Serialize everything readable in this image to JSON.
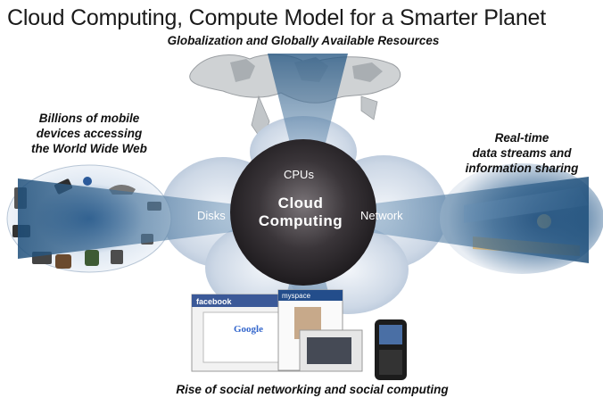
{
  "title": "Cloud Computing, Compute Model for a Smarter Planet",
  "top_caption": "Globalization and Globally Available Resources",
  "left_caption": [
    "Billions of mobile",
    "devices accessing",
    "the World Wide Web"
  ],
  "right_caption": [
    "Real-time",
    "data streams and",
    "information sharing"
  ],
  "bottom_caption": "Rise of social networking and social computing",
  "center": {
    "line1": "Cloud",
    "line2": "Computing",
    "cpus": "CPUs",
    "disks": "Disks",
    "network": "Network"
  },
  "screen_logos": {
    "facebook": "facebook",
    "myspace": "myspace",
    "google": "Google"
  },
  "colors": {
    "cloud_dark": "#2e2a2e",
    "beam": "#3f6f9a",
    "cloud_light": "#c9d6e6"
  }
}
